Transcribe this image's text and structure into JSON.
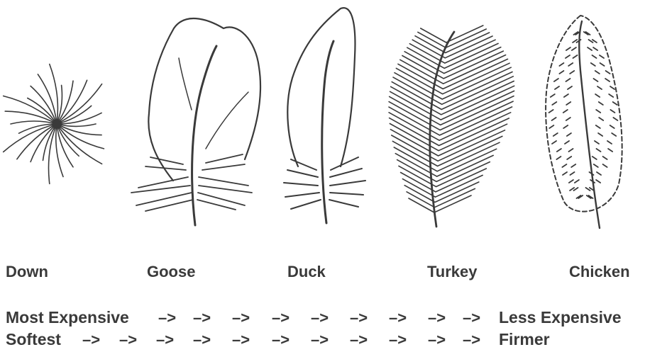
{
  "feathers": [
    {
      "label": "Down",
      "icon": "down-feather-icon"
    },
    {
      "label": "Goose",
      "icon": "goose-feather-icon"
    },
    {
      "label": "Duck",
      "icon": "duck-feather-icon"
    },
    {
      "label": "Turkey",
      "icon": "turkey-feather-icon"
    },
    {
      "label": "Chicken",
      "icon": "chicken-feather-icon"
    }
  ],
  "scales": {
    "price": {
      "start": "Most Expensive",
      "end": "Less Expensive",
      "arrow": "–>"
    },
    "softness": {
      "start": "Softest",
      "end": "Firmer",
      "arrow": "–>"
    }
  },
  "colors": {
    "ink": "#3a3a3a",
    "background": "#ffffff"
  }
}
